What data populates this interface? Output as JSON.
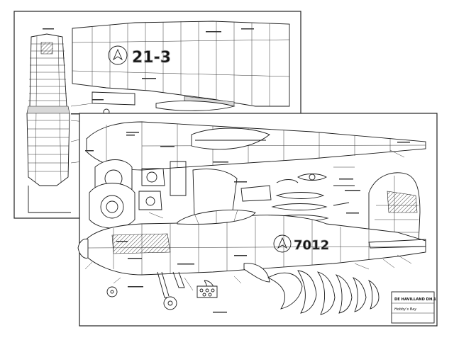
{
  "plan": {
    "fuselage_number": "7012",
    "wing_number": "21-3",
    "title_block": {
      "line1": "DE HAVILLAND DH.1",
      "line2": "Hobby's Bay"
    }
  },
  "colors": {
    "ink": "#1a1a1a",
    "paper": "#ffffff"
  }
}
